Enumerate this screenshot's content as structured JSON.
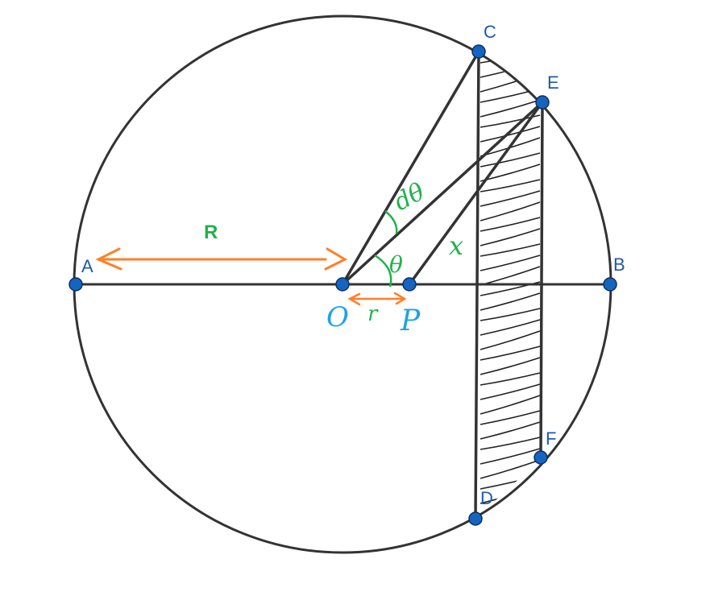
{
  "colors": {
    "stroke": "#333333",
    "point_fill": "#1565c0",
    "point_label": "#1e5aa8",
    "green": "#22b14c",
    "orange": "#ff7f27",
    "blue_hand": "#1fa2e8"
  },
  "points": {
    "A": "A",
    "B": "B",
    "C": "C",
    "D": "D",
    "E": "E",
    "F": "F"
  },
  "annotations": {
    "radius": "R",
    "small_r": "r",
    "center": "O",
    "p": "P",
    "theta": "θ",
    "d_theta": "dθ",
    "x": "x"
  }
}
